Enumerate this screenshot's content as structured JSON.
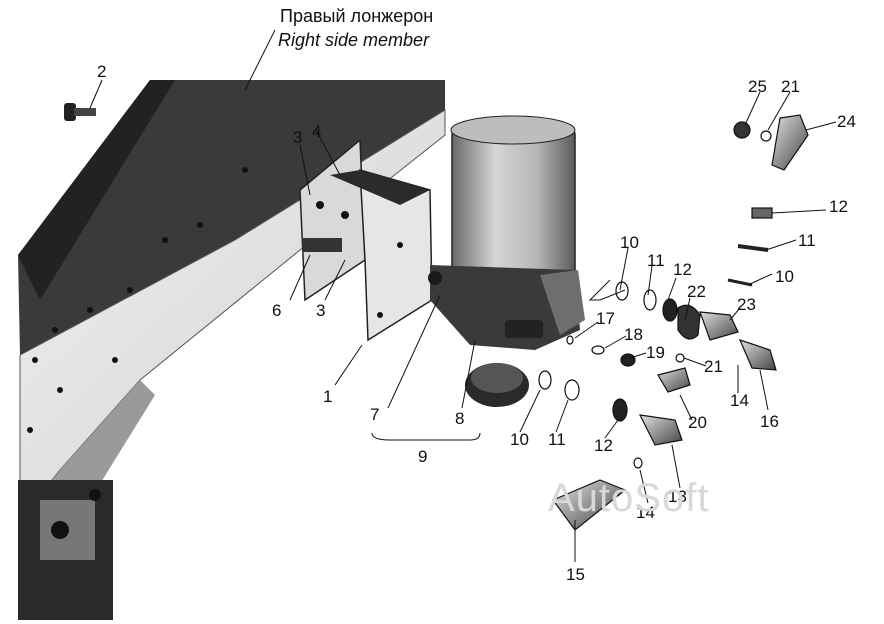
{
  "caption": {
    "ru": "Правый лонжерон",
    "en": "Right side member"
  },
  "watermark": "AutoSoft",
  "callouts": [
    "2",
    "3",
    "4",
    "6",
    "3",
    "1",
    "7",
    "8",
    "9",
    "10",
    "11",
    "12",
    "22",
    "23",
    "17",
    "18",
    "19",
    "21",
    "14",
    "16",
    "10",
    "11",
    "12",
    "20",
    "13",
    "14",
    "15",
    "25",
    "21",
    "24",
    "12",
    "11",
    "10"
  ]
}
